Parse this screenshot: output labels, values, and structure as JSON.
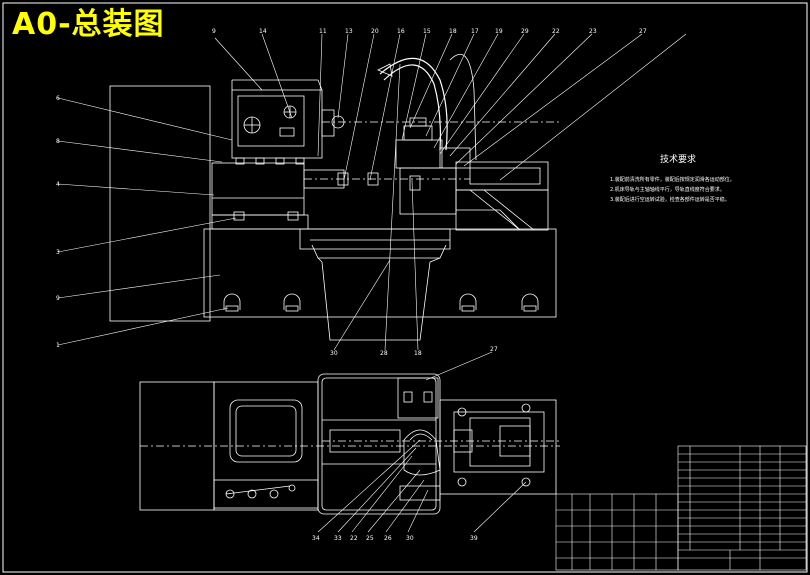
{
  "title": "A0-总装图",
  "tech_requirements": {
    "heading": "技术要求",
    "items": [
      "1.装配前清洗所有零件，装配后按规定润滑各运动部位。",
      "2.机床导轨与主轴轴线平行，导轨直线度符合要求。",
      "3.装配后进行空运转试验，检查各部件运转是否平稳。"
    ]
  },
  "callouts_left": [
    "6",
    "8",
    "4",
    "3",
    "9",
    "1"
  ],
  "callouts_top": [
    "9",
    "14",
    "11",
    "13",
    "20",
    "16",
    "15",
    "18",
    "17",
    "19",
    "29",
    "22",
    "23",
    "27"
  ],
  "callouts_bottom_front": [
    "30",
    "28",
    "18"
  ],
  "callouts_bottom_plan": [
    "34",
    "33",
    "22",
    "25",
    "26",
    "30",
    "39"
  ],
  "colors": {
    "background": "#000000",
    "lines": "#ffffff",
    "title": "#ffff00"
  }
}
